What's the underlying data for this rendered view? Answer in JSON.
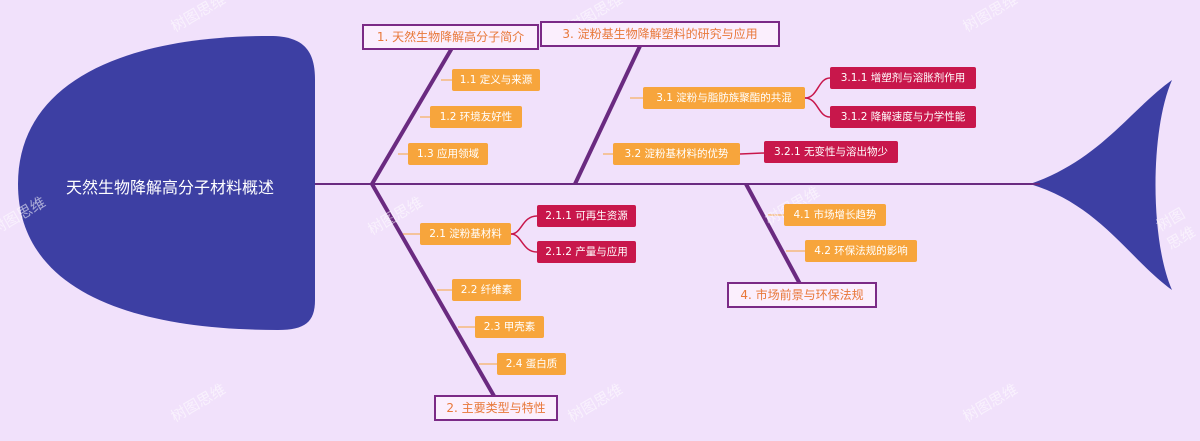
{
  "central_topic": "天然生物降解高分子材料概述",
  "branches": [
    {
      "label": "1. 天然生物降解高分子简介",
      "children": [
        {
          "label": "1.1 定义与来源",
          "children": []
        },
        {
          "label": "1.2 环境友好性",
          "children": []
        },
        {
          "label": "1.3 应用领域",
          "children": []
        }
      ]
    },
    {
      "label": "2. 主要类型与特性",
      "children": [
        {
          "label": "2.1 淀粉基材料",
          "children": [
            {
              "label": "2.1.1 可再生资源"
            },
            {
              "label": "2.1.2 产量与应用"
            }
          ]
        },
        {
          "label": "2.2 纤维素",
          "children": []
        },
        {
          "label": "2.3 甲壳素",
          "children": []
        },
        {
          "label": "2.4 蛋白质",
          "children": []
        }
      ]
    },
    {
      "label": "3. 淀粉基生物降解塑料的研究与应用",
      "children": [
        {
          "label": "3.1 淀粉与脂肪族聚酯的共混",
          "children": [
            {
              "label": "3.1.1 增塑剂与溶胀剂作用"
            },
            {
              "label": "3.1.2 降解速度与力学性能"
            }
          ]
        },
        {
          "label": "3.2 淀粉基材料的优势",
          "children": [
            {
              "label": "3.2.1 无变性与溶出物少"
            }
          ]
        }
      ]
    },
    {
      "label": "4. 市场前景与环保法规",
      "children": [
        {
          "label": "4.1 市场增长趋势",
          "children": []
        },
        {
          "label": "4.2 环保法规的影响",
          "children": []
        }
      ]
    }
  ],
  "watermark": "树图思维",
  "colors": {
    "background": "#f1e1fb",
    "fish_body": "#3d3fa3",
    "spine": "#6a2a80",
    "main_border": "#7b2a86",
    "main_text": "#e8783a",
    "sub_fill": "#f7a53c",
    "leaf_fill": "#c8174b"
  }
}
